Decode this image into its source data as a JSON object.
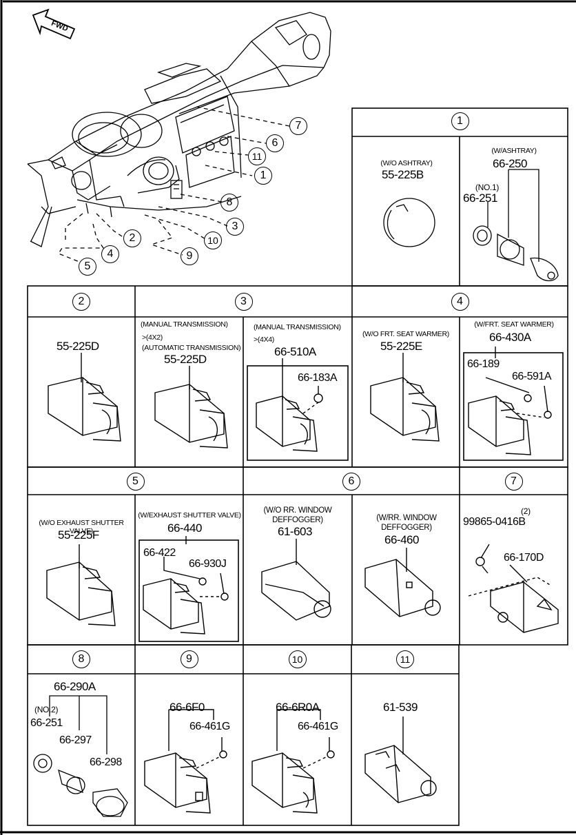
{
  "fwd": "FWD",
  "callouts": [
    "7",
    "6",
    "11",
    "1",
    "8",
    "3",
    "10",
    "2",
    "9",
    "4",
    "5"
  ],
  "panels": {
    "p1": {
      "num": "1",
      "a": {
        "cap": "(W/O ASHTRAY)",
        "pn": "55-225B"
      },
      "b": {
        "cap": "(W/ASHTRAY)",
        "pn": "66-250",
        "sub_cap": "(NO.1)",
        "sub_pn": "66-251"
      }
    },
    "p2": {
      "num": "2",
      "pn": "55-225D"
    },
    "p3": {
      "num": "3",
      "a": {
        "cap1": "(MANUAL TRANSMISSION)",
        "cap2": ">(4X2)",
        "cap3": "(AUTOMATIC TRANSMISSION)",
        "pn": "55-225D"
      },
      "b": {
        "cap1": "(MANUAL TRANSMISSION)",
        "cap2": ">(4X4)",
        "pn": "66-510A",
        "sub_pn": "66-183A"
      }
    },
    "p4": {
      "num": "4",
      "a": {
        "cap": "(W/O FRT. SEAT WARMER)",
        "pn": "55-225E"
      },
      "b": {
        "cap": "(W/FRT. SEAT WARMER)",
        "pn": "66-430A",
        "sub1": "66-189",
        "sub2": "66-591A"
      }
    },
    "p5": {
      "num": "5",
      "a": {
        "cap": "(W/O EXHAUST SHUTTER VALVE)",
        "pn": "55-225F"
      },
      "b": {
        "cap": "(W/EXHAUST SHUTTER VALVE)",
        "pn": "66-440",
        "sub1": "66-422",
        "sub2": "66-930J"
      }
    },
    "p6": {
      "num": "6",
      "a": {
        "cap1": "(W/O RR. WINDOW",
        "cap2": "DEFFOGGER)",
        "pn": "61-603"
      },
      "b": {
        "cap1": "(W/RR. WINDOW",
        "cap2": "DEFFOGGER)",
        "pn": "66-460"
      }
    },
    "p7": {
      "num": "7",
      "qty": "(2)",
      "pn1": "99865-0416B",
      "pn2": "66-170D"
    },
    "p8": {
      "num": "8",
      "pn": "66-290A",
      "sub_cap": "(NO.2)",
      "sub1": "66-251",
      "sub2": "66-297",
      "sub3": "66-298"
    },
    "p9": {
      "num": "9",
      "pn": "66-6F0",
      "sub": "66-461G"
    },
    "p10": {
      "num": "10",
      "pn": "66-6R0A",
      "sub": "66-461G"
    },
    "p11": {
      "num": "11",
      "pn": "61-539"
    }
  }
}
